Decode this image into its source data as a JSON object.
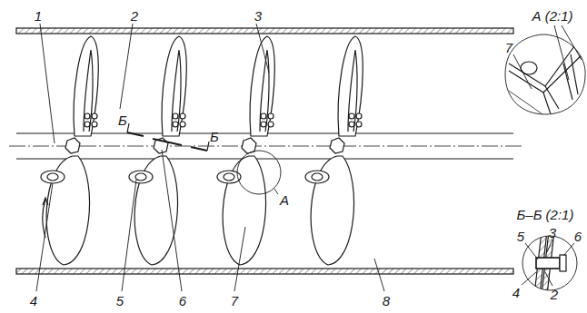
{
  "diagram": {
    "labels": [
      "1",
      "2",
      "3",
      "Б",
      "Б",
      "А",
      "4",
      "5",
      "6",
      "7",
      "8",
      "А (2:1)",
      "7",
      "Б–Б (2:1)",
      "5",
      "3",
      "6",
      "4",
      "2"
    ]
  }
}
